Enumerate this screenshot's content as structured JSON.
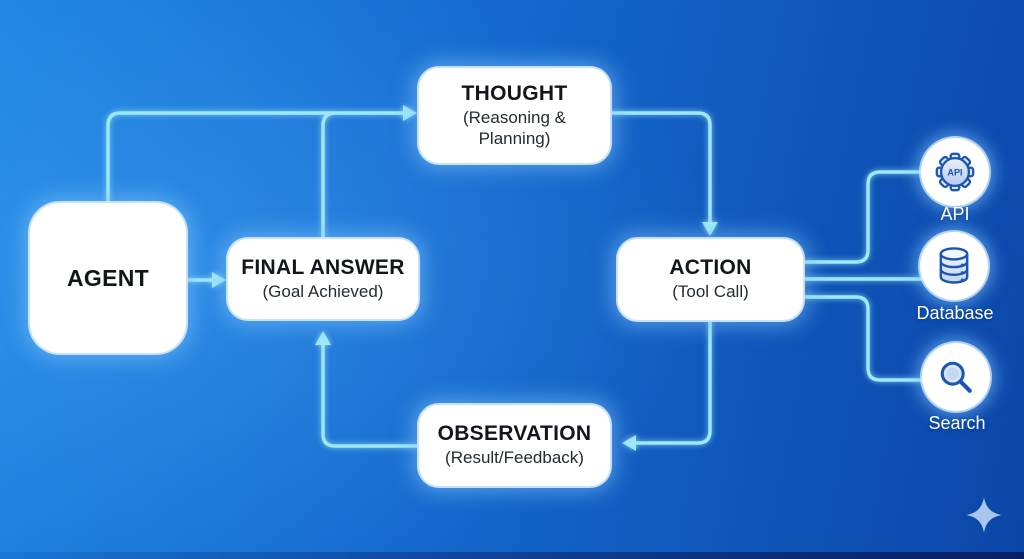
{
  "nodes": {
    "agent": {
      "title": "AGENT"
    },
    "thought": {
      "title": "THOUGHT",
      "subtitle": "(Reasoning & Planning)"
    },
    "final_answer": {
      "title": "FINAL ANSWER",
      "subtitle": "(Goal Achieved)"
    },
    "action": {
      "title": "ACTION",
      "subtitle": "(Tool Call)"
    },
    "observation": {
      "title": "OBSERVATION",
      "subtitle": "(Result/Feedback)"
    }
  },
  "tools": [
    {
      "label": "API",
      "icon": "api-gear-icon",
      "icon_text": "API"
    },
    {
      "label": "Database",
      "icon": "database-icon"
    },
    {
      "label": "Search",
      "icon": "search-icon"
    }
  ],
  "edges": [
    {
      "from": "agent",
      "to": "thought"
    },
    {
      "from": "agent",
      "to": "final_answer"
    },
    {
      "from": "final_answer",
      "to": "thought"
    },
    {
      "from": "thought",
      "to": "action"
    },
    {
      "from": "action",
      "to": "observation"
    },
    {
      "from": "observation",
      "to": "final_answer"
    },
    {
      "from": "action",
      "to": "api"
    },
    {
      "from": "action",
      "to": "database"
    },
    {
      "from": "action",
      "to": "search"
    }
  ],
  "colors": {
    "background_left": "#1e86e2",
    "background_right": "#0b46a8",
    "connector": "#9fe8f8",
    "node_fill": "#ffffff",
    "title_text": "#12161c",
    "subtitle_text": "#232b34",
    "tool_icon_stroke": "#1c55b2",
    "tool_label_text": "#ffffff",
    "sparkle": "#a9c6ec"
  }
}
